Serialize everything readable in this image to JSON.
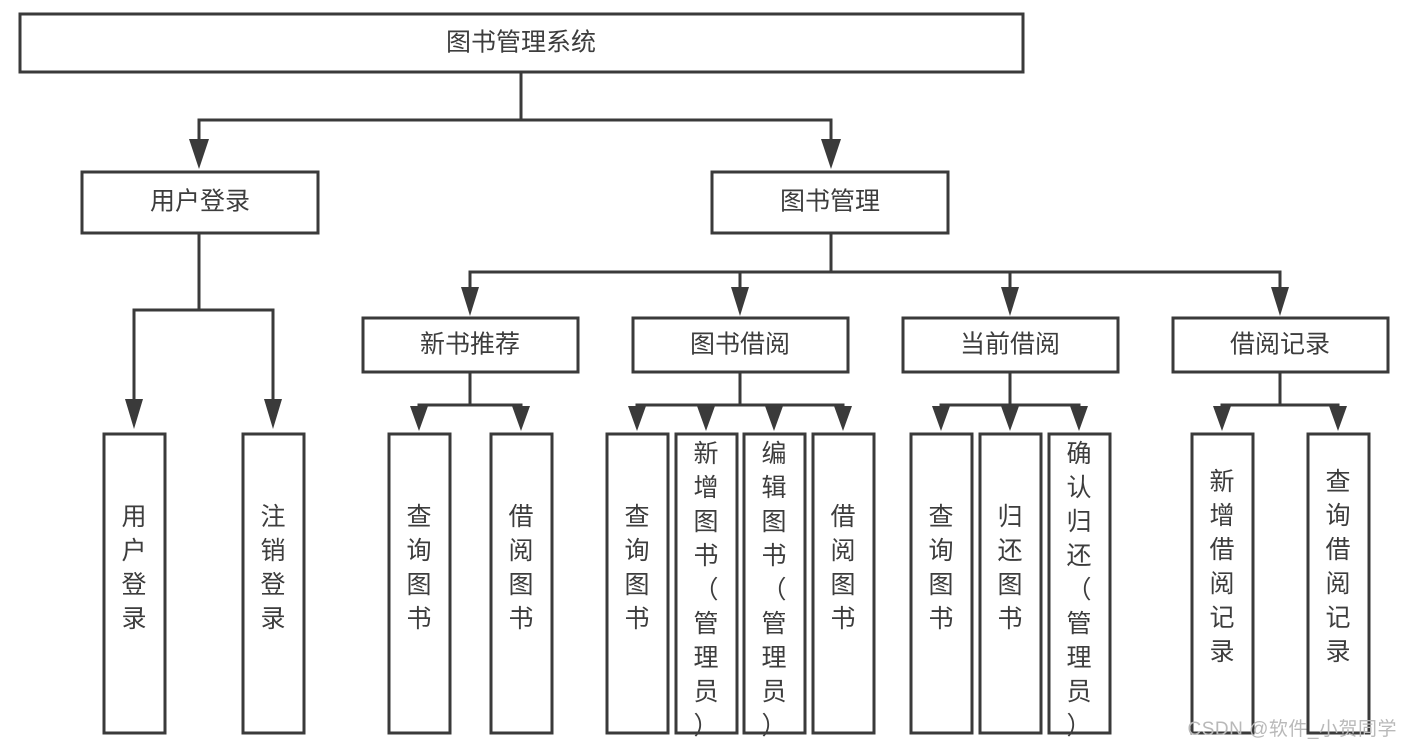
{
  "diagram": {
    "type": "hierarchy-tree",
    "orientation": "top-down",
    "root": {
      "label": "图书管理系统"
    },
    "level2": [
      {
        "label": "用户登录"
      },
      {
        "label": "图书管理"
      }
    ],
    "level3": [
      {
        "label": "新书推荐",
        "parent": "图书管理"
      },
      {
        "label": "图书借阅",
        "parent": "图书管理"
      },
      {
        "label": "当前借阅",
        "parent": "图书管理"
      },
      {
        "label": "借阅记录",
        "parent": "图书管理"
      }
    ],
    "leaves": {
      "user_login": [
        {
          "label": "用户登录"
        },
        {
          "label": "注销登录"
        }
      ],
      "new_book_recommend": [
        {
          "label": "查询图书"
        },
        {
          "label": "借阅图书"
        }
      ],
      "book_borrow": [
        {
          "label": "查询图书"
        },
        {
          "label": "新增图书（管理员）"
        },
        {
          "label": "编辑图书（管理员）"
        },
        {
          "label": "借阅图书"
        }
      ],
      "current_borrow": [
        {
          "label": "查询图书"
        },
        {
          "label": "归还图书"
        },
        {
          "label": "确认归还（管理员）"
        }
      ],
      "borrow_record": [
        {
          "label": "新增借阅记录"
        },
        {
          "label": "查询借阅记录"
        }
      ]
    }
  },
  "watermark": {
    "text": "CSDN @软件_小贺同学"
  },
  "colors": {
    "stroke": "#3a3a3a",
    "box_fill": "#ffffff",
    "text": "#3d3d3d",
    "background": "#ffffff",
    "watermark": "#b9b9b9"
  }
}
